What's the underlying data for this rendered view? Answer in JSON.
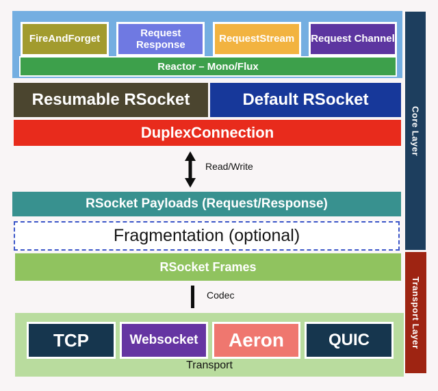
{
  "interaction_layer": {
    "bg": "#74aee1",
    "boxes": [
      {
        "label": "FireAndForget",
        "bg": "#a29b2e"
      },
      {
        "label": "Request Response",
        "bg": "#6f79e2"
      },
      {
        "label": "RequestStream",
        "bg": "#f2b340"
      },
      {
        "label": "Request Channel",
        "bg": "#5c35a0"
      }
    ],
    "reactor_bar": {
      "label": "Reactor – Mono/Flux",
      "bg": "#3da04b"
    }
  },
  "rsocket_row": {
    "resumable": {
      "label": "Resumable RSocket",
      "bg": "#4b452f"
    },
    "default": {
      "label": "Default RSocket",
      "bg": "#17389a"
    }
  },
  "duplex_connection": {
    "label": "DuplexConnection",
    "bg": "#e82b1c"
  },
  "read_write": {
    "label": "Read/Write"
  },
  "payloads": {
    "label": "RSocket Payloads (Request/Response)",
    "bg": "#38918f"
  },
  "fragmentation": {
    "label": "Fragmentation (optional)",
    "border_color": "#3a55c8"
  },
  "frames": {
    "label": "RSocket Frames",
    "bg": "#90c35f"
  },
  "codec": {
    "label": "Codec"
  },
  "transport_layer": {
    "bg": "#b9dc9e",
    "caption": "Transport",
    "boxes": [
      {
        "label": "TCP",
        "bg": "#16364e"
      },
      {
        "label": "Websocket",
        "bg": "#6535a2"
      },
      {
        "label": "Aeron",
        "bg": "#ef776f"
      },
      {
        "label": "QUIC",
        "bg": "#16364e"
      }
    ]
  },
  "side_bars": {
    "core": {
      "label": "Core Layer",
      "bg": "#1d3e5e"
    },
    "transport": {
      "label": "Transport Layer",
      "bg": "#9e2412"
    }
  }
}
